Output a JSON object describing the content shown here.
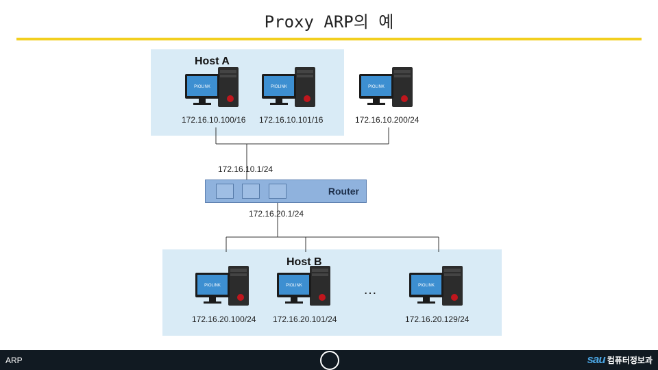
{
  "title": "Proxy ARP의 예",
  "host_a": {
    "label": "Host A",
    "computers": [
      {
        "ip": "172.16.10.100/16",
        "brand": "PIOLINK"
      },
      {
        "ip": "172.16.10.101/16",
        "brand": "PIOLINK"
      }
    ]
  },
  "external_host": {
    "ip": "172.16.10.200/24",
    "brand": "PIOLINK"
  },
  "router": {
    "label": "Router",
    "upper_interface_ip": "172.16.10.1/24",
    "lower_interface_ip": "172.16.20.1/24"
  },
  "host_b": {
    "label": "Host B",
    "computers": [
      {
        "ip": "172.16.20.100/24",
        "brand": "PIOLINK"
      },
      {
        "ip": "172.16.20.101/24",
        "brand": "PIOLINK"
      },
      {
        "ip": "172.16.20.129/24",
        "brand": "PIOLINK"
      }
    ],
    "ellipsis": "…"
  },
  "footer": {
    "left_text": "ARP",
    "logo_mark": "sau",
    "logo_text": "컴퓨터정보과"
  },
  "colors": {
    "title_rule": "#f2cf1f",
    "panel": "#d9ebf6",
    "router": "#8fb2dd",
    "footer": "#111a22",
    "wire": "#333333"
  }
}
